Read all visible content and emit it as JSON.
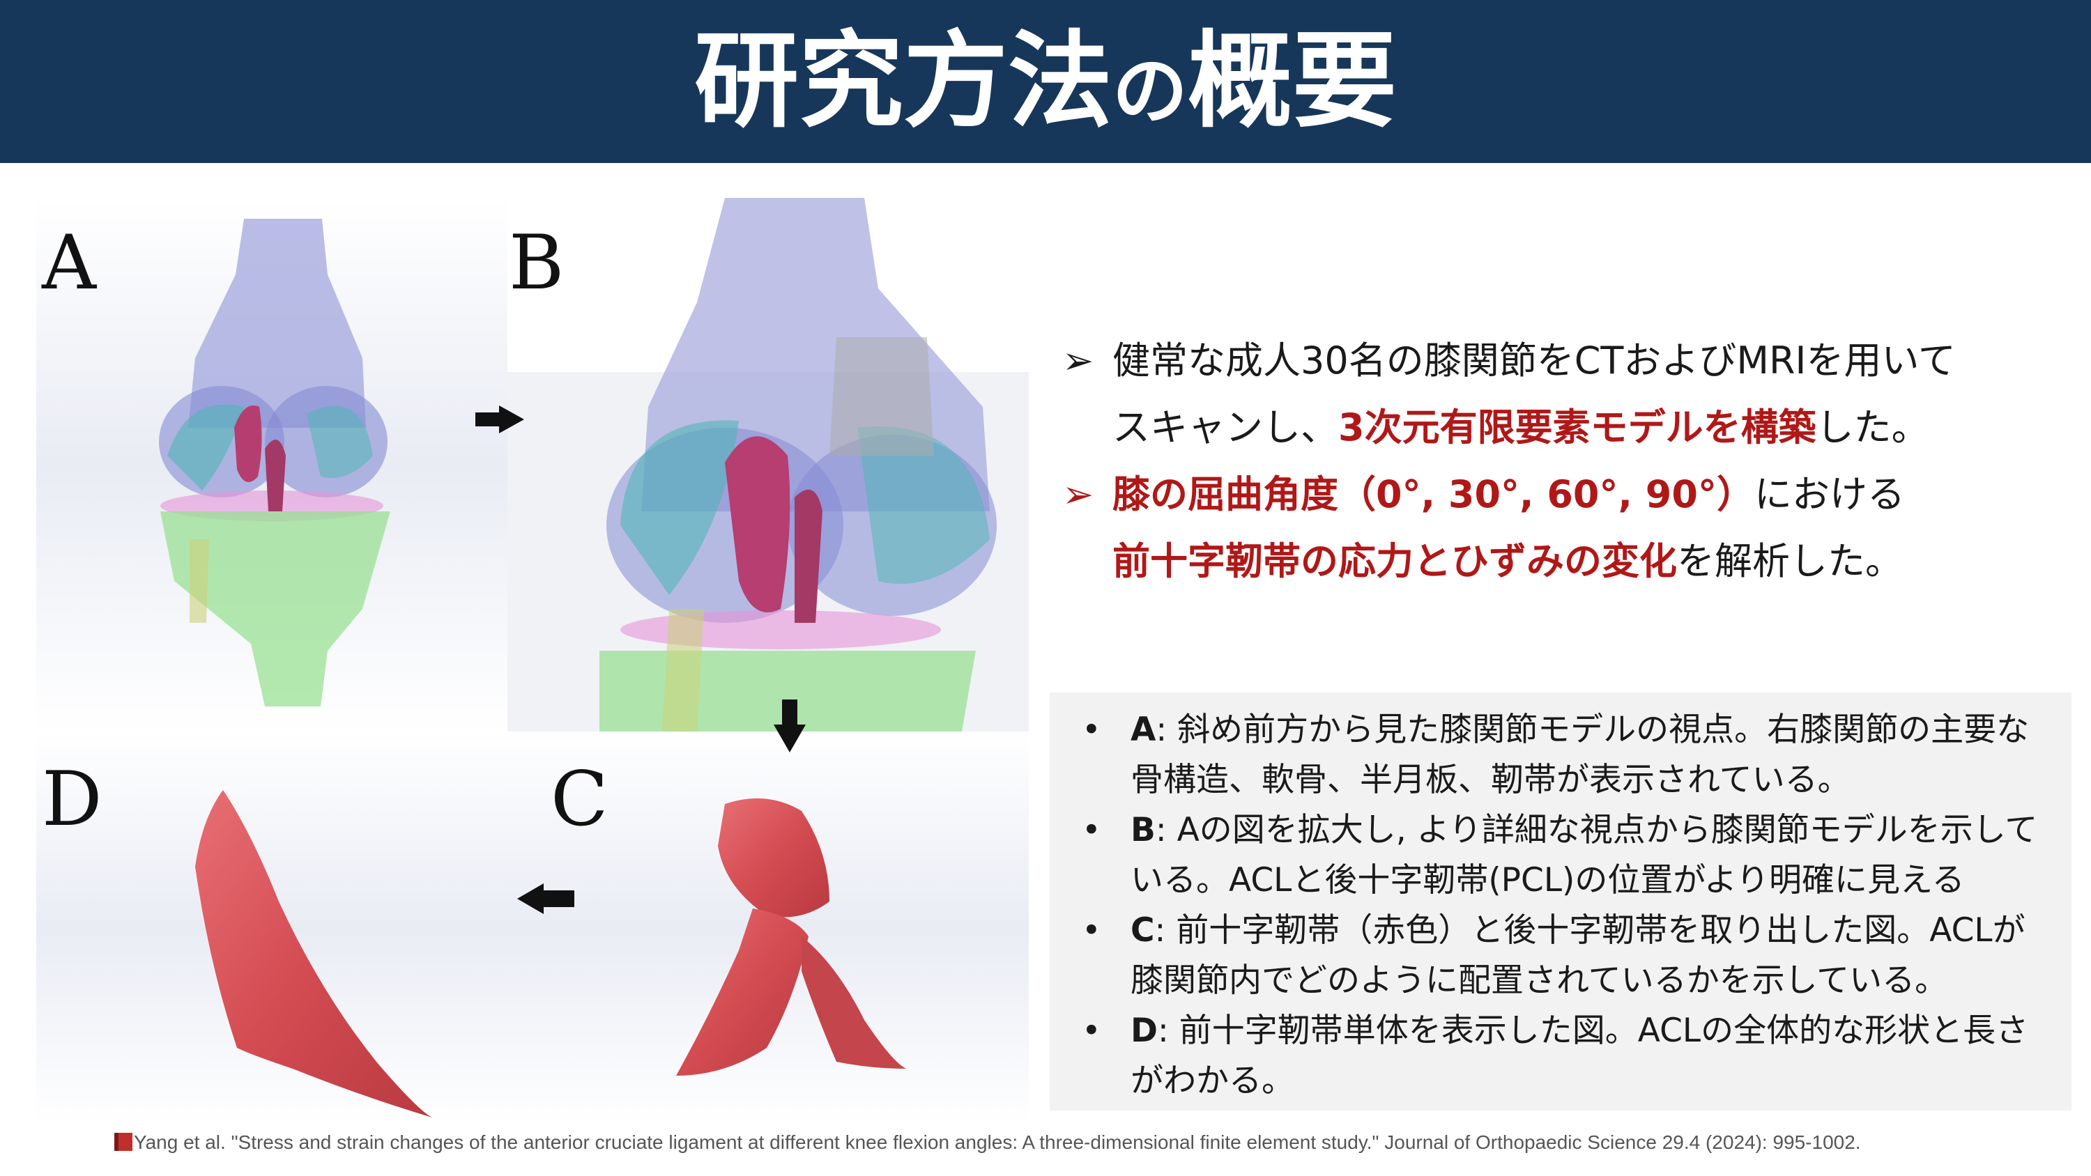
{
  "header": {
    "title_part1": "研究方法",
    "title_part2": "の",
    "title_part3": "概要"
  },
  "figure": {
    "panel_a": "A",
    "panel_b": "B",
    "panel_c": "C",
    "panel_d": "D"
  },
  "bullets": [
    {
      "mark": "➢",
      "line1": "健常な成人30名の膝関節をCTおよびMRIを用いて",
      "line2_pre": "スキャンし、",
      "line2_red": "3次元有限要素モデルを構築",
      "line2_post": "した。"
    },
    {
      "mark": "➢",
      "line1_red": "膝の屈曲角度（0°, 30°, 60°, 90°）",
      "line1_post": "における",
      "line2_red": "前十字靭帯の応力とひずみの変化",
      "line2_post": "を解析した。"
    }
  ],
  "notes": [
    {
      "label": "A",
      "text": ": 斜め前方から見た膝関節モデルの視点。右膝関節の主要な骨構造、軟骨、半月板、靭帯が表示されている。"
    },
    {
      "label": "B",
      "text": ": Aの図を拡大し, より詳細な視点から膝関節モデルを示している。ACLと後十字靭帯(PCL)の位置がより明確に見える"
    },
    {
      "label": "C",
      "text": ": 前十字靭帯（赤色）と後十字靭帯を取り出した図。ACLが膝関節内でどのように配置されているかを示している。"
    },
    {
      "label": "D",
      "text": ": 前十字靭帯単体を表示した図。ACLの全体的な形状と長さがわかる。"
    }
  ],
  "citation": "Yang et al. \"Stress and strain changes of the anterior cruciate ligament at different knee flexion angles: A three-dimensional finite element study.\" Journal of Orthopaedic Science 29.4 (2024): 995-1002.",
  "colors": {
    "header_bg": "#17375a",
    "accent_red": "#b01818",
    "notes_bg": "#f2f2f2",
    "ligament": "#d9575c"
  }
}
